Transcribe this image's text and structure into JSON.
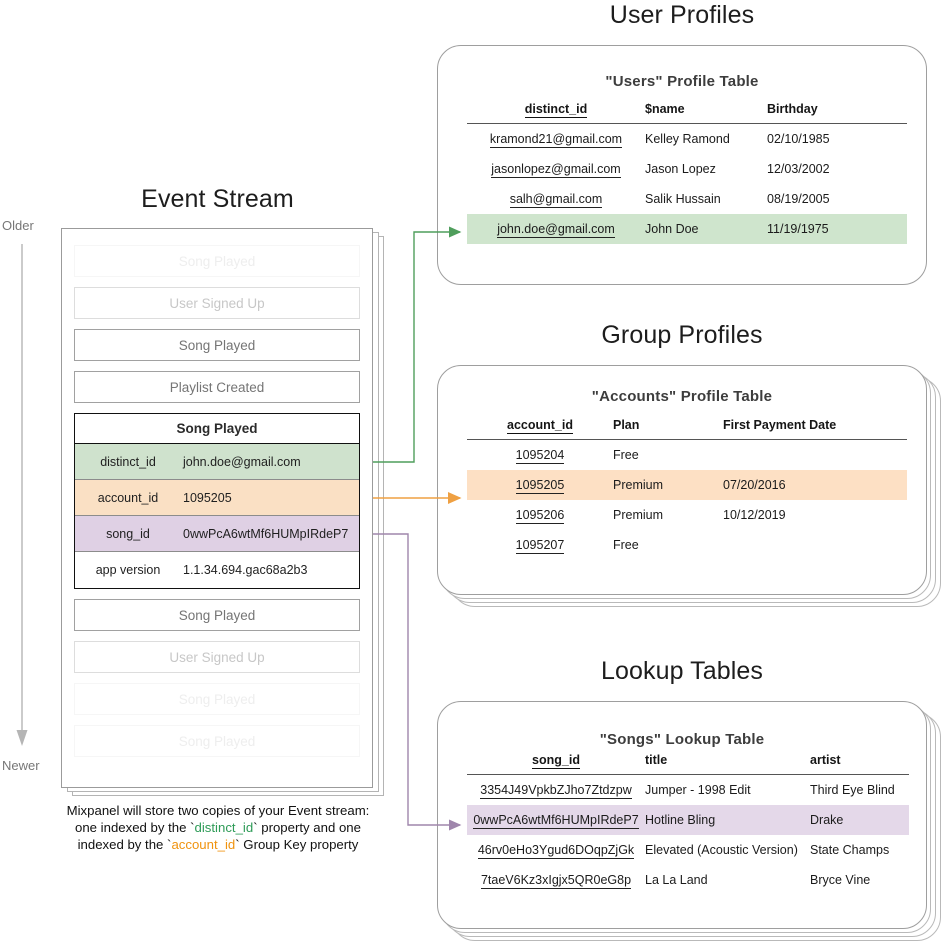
{
  "sections": {
    "event_stream_title": "Event Stream",
    "user_profiles_title": "User Profiles",
    "group_profiles_title": "Group Profiles",
    "lookup_tables_title": "Lookup Tables"
  },
  "timeline": {
    "older_label": "Older",
    "newer_label": "Newer"
  },
  "event_stream": {
    "events_before": [
      {
        "label": "Song Played",
        "fade": "fade-3"
      },
      {
        "label": "User Signed Up",
        "fade": "fade-2"
      },
      {
        "label": "Song Played",
        "fade": "fade-1"
      },
      {
        "label": "Playlist Created",
        "fade": "fade-1"
      }
    ],
    "focused_event": {
      "title": "Song Played",
      "properties": [
        {
          "key": "distinct_id",
          "value": "john.doe@gmail.com",
          "highlight": "green"
        },
        {
          "key": "account_id",
          "value": "1095205",
          "highlight": "orange"
        },
        {
          "key": "song_id",
          "value": "0wwPcA6wtMf6HUMpIRdeP7",
          "highlight": "purple"
        },
        {
          "key": "app version",
          "value": "1.1.34.694.gac68a2b3",
          "highlight": "none"
        }
      ]
    },
    "events_after": [
      {
        "label": "Song Played",
        "fade": "fade-1"
      },
      {
        "label": "User Signed Up",
        "fade": "fade-2"
      },
      {
        "label": "Song Played",
        "fade": "fade-3"
      },
      {
        "label": "Song Played",
        "fade": "fade-3"
      }
    ],
    "caption": {
      "line1": "Mixpanel will store two copies of your Event stream:",
      "line2_a": "one indexed by the `",
      "line2_key": "distinct_id",
      "line2_b": "` property and one",
      "line3_a": "indexed by the `",
      "line3_key": "account_id",
      "line3_b": "` Group Key property"
    }
  },
  "users_table": {
    "title": "\"Users\" Profile Table",
    "columns": [
      "distinct_id",
      "$name",
      "Birthday"
    ],
    "rows": [
      {
        "distinct_id": "kramond21@gmail.com",
        "name": "Kelley Ramond",
        "birthday": "02/10/1985",
        "highlight": "none"
      },
      {
        "distinct_id": "jasonlopez@gmail.com",
        "name": "Jason Lopez",
        "birthday": "12/03/2002",
        "highlight": "none"
      },
      {
        "distinct_id": "salh@gmail.com",
        "name": "Salik Hussain",
        "birthday": "08/19/2005",
        "highlight": "none"
      },
      {
        "distinct_id": "john.doe@gmail.com",
        "name": "John Doe",
        "birthday": "11/19/1975",
        "highlight": "green"
      }
    ]
  },
  "accounts_table": {
    "title": "\"Accounts\" Profile Table",
    "columns": [
      "account_id",
      "Plan",
      "First Payment Date"
    ],
    "rows": [
      {
        "account_id": "1095204",
        "plan": "Free",
        "first_payment_date": "",
        "highlight": "none"
      },
      {
        "account_id": "1095205",
        "plan": "Premium",
        "first_payment_date": "07/20/2016",
        "highlight": "orange"
      },
      {
        "account_id": "1095206",
        "plan": "Premium",
        "first_payment_date": "10/12/2019",
        "highlight": "none"
      },
      {
        "account_id": "1095207",
        "plan": "Free",
        "first_payment_date": "",
        "highlight": "none"
      }
    ]
  },
  "songs_table": {
    "title": "\"Songs\" Lookup Table",
    "columns": [
      "song_id",
      "title",
      "artist"
    ],
    "rows": [
      {
        "song_id": "3354J49VpkbZJho7Ztdzpw",
        "title": "Jumper - 1998 Edit",
        "artist": "Third Eye Blind",
        "highlight": "none"
      },
      {
        "song_id": "0wwPcA6wtMf6HUMpIRdeP7",
        "title": "Hotline Bling",
        "artist": "Drake",
        "highlight": "purple"
      },
      {
        "song_id": "46rv0eHo3Ygud6DOqpZjGk",
        "title": "Elevated (Acoustic Version)",
        "artist": "State Champs",
        "highlight": "none"
      },
      {
        "song_id": "7taeV6Kz3xIgjx5QR0eG8p",
        "title": "La La Land",
        "artist": "Bryce Vine",
        "highlight": "none"
      }
    ]
  },
  "colors": {
    "green": "#cfe5cd",
    "orange": "#fde0c4",
    "purple": "#e4d8e9",
    "green_arrow": "#4f9e5c",
    "orange_arrow": "#efa042",
    "purple_arrow": "#9f86ac",
    "timeline": "#b5b5b5"
  }
}
